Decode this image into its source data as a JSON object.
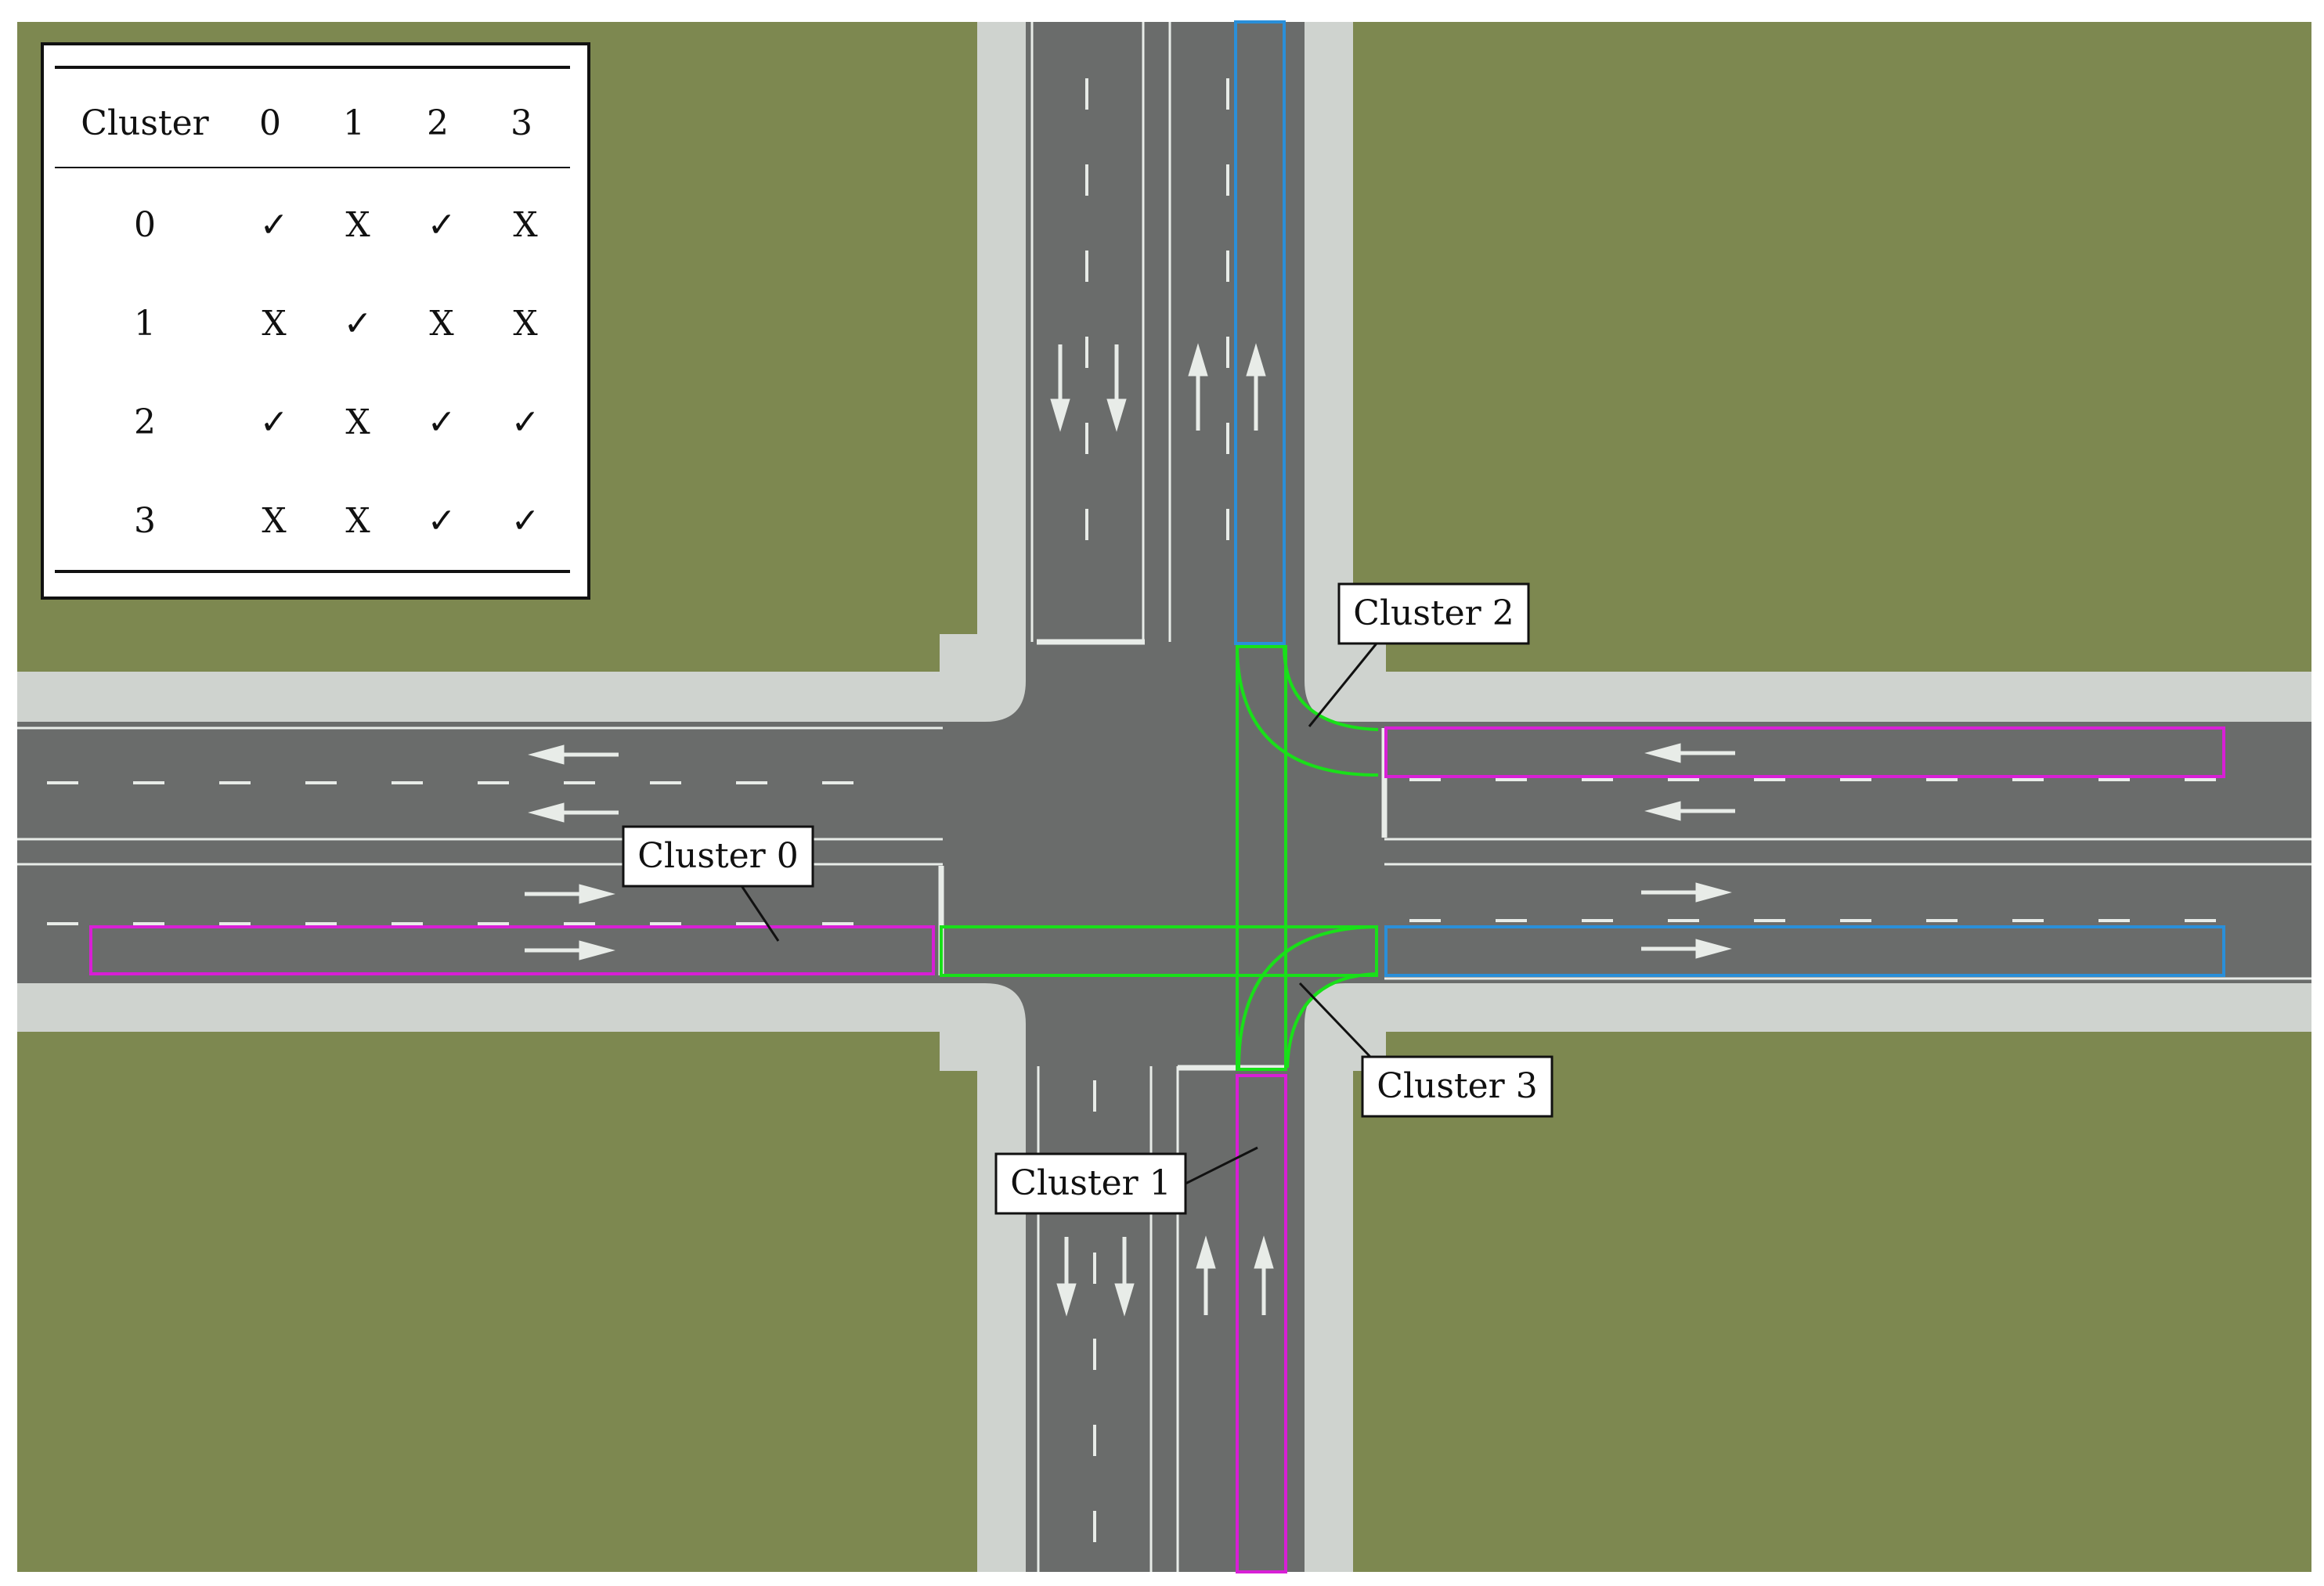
{
  "compatibility_table": {
    "header_label": "Cluster",
    "columns": [
      "0",
      "1",
      "2",
      "3"
    ],
    "rows": [
      {
        "label": "0",
        "cells": [
          "✓",
          "X",
          "✓",
          "X"
        ]
      },
      {
        "label": "1",
        "cells": [
          "X",
          "✓",
          "X",
          "X"
        ]
      },
      {
        "label": "2",
        "cells": [
          "✓",
          "X",
          "✓",
          "✓"
        ]
      },
      {
        "label": "3",
        "cells": [
          "X",
          "X",
          "✓",
          "✓"
        ]
      }
    ]
  },
  "callouts": {
    "cluster_0": "Cluster 0",
    "cluster_1": "Cluster 1",
    "cluster_2": "Cluster 2",
    "cluster_3": "Cluster 3"
  },
  "colors": {
    "grass": "#7d8850",
    "road": "#6a6c6b",
    "sidewalk": "#cfd3cf",
    "marking": "#e8ece8",
    "cluster_magenta": "#d81fd6",
    "cluster_blue": "#2a8fd9",
    "cluster_green": "#19e019"
  }
}
